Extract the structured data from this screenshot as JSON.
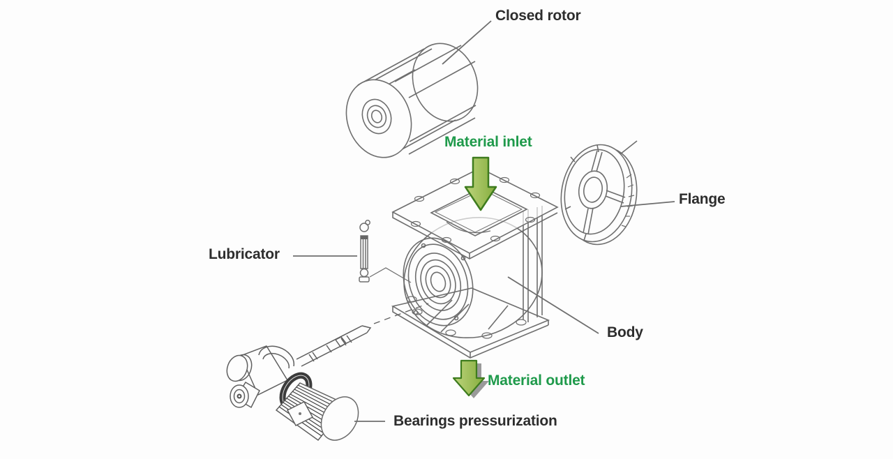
{
  "labels": {
    "closed_rotor": "Closed rotor",
    "material_inlet": "Material inlet",
    "flange": "Flange",
    "lubricator": "Lubricator",
    "body": "Body",
    "material_outlet": "Material outlet",
    "bearings_pressurization": "Bearings pressurization"
  },
  "icons": {
    "material_inlet": "arrow-down",
    "material_outlet": "arrow-down"
  },
  "colors": {
    "label_text": "#2d2d2d",
    "green_label": "#1f9a4b",
    "arrow_fill_light": "#bdd47c",
    "arrow_fill_dark": "#85ad3e",
    "arrow_outline": "#3e7c1e",
    "outlet_arrow_shadow": "#8f8f8f",
    "line_art": "#6e6e6e",
    "background": "#fdfdfd"
  }
}
